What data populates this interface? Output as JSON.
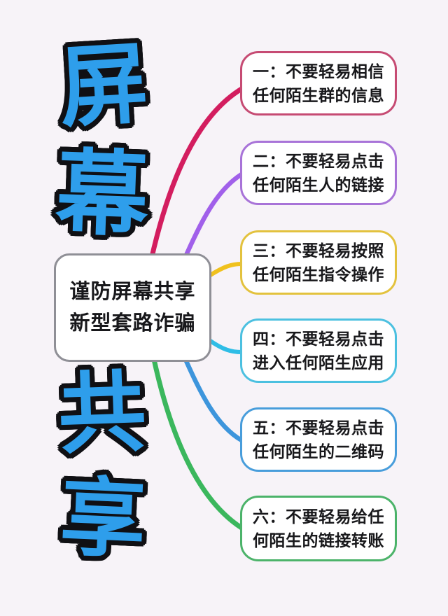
{
  "canvas": {
    "background": "#f7f3f8"
  },
  "vertical_title": {
    "text": "屏幕共享",
    "characters": [
      "屏",
      "幕",
      "共",
      "享"
    ],
    "fill_color": "#2e9eeb",
    "outline_color": "#101014"
  },
  "center_node": {
    "line1": "谨防屏幕共享",
    "line2": "新型套路诈骗",
    "border_color": "#8f8f96"
  },
  "branches": [
    {
      "line1": "一：不要轻易相信",
      "line2": "任何陌生群的信息",
      "border_color": "#c64b73",
      "curve_color": "#d31d5f"
    },
    {
      "line1": "二：不要轻易点击",
      "line2": "任何陌生人的链接",
      "border_color": "#a873d8",
      "curve_color": "#a160ea"
    },
    {
      "line1": "三：不要轻易按照",
      "line2": "任何陌生指令操作",
      "border_color": "#e3c23e",
      "curve_color": "#f0c11e"
    },
    {
      "line1": "四：不要轻易点击",
      "line2": "进入任何陌生应用",
      "border_color": "#4cc0e0",
      "curve_color": "#2fbde6"
    },
    {
      "line1": "五：不要轻易点击",
      "line2": "任何陌生的二维码",
      "border_color": "#489ddb",
      "curve_color": "#3d95dc"
    },
    {
      "line1": "六：不要轻易给任",
      "line2": "何陌生的链接转账",
      "border_color": "#4cb36a",
      "curve_color": "#3bb75d"
    }
  ]
}
